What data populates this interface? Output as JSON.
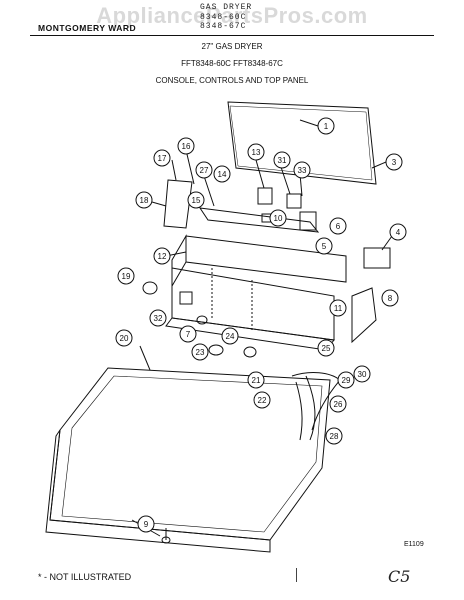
{
  "watermark": "AppliancePartsPros.com",
  "header": {
    "line1": "GAS DRYER",
    "line2": "8348-60C",
    "line3": "8348-67C",
    "brand": "MONTGOMERY WARD"
  },
  "titles": {
    "size": "27\" GAS DRYER",
    "models": "FFT8348-60C  FFT8348-67C",
    "section": "CONSOLE, CONTROLS AND TOP PANEL"
  },
  "callouts": [
    "1",
    "3",
    "4",
    "5",
    "6",
    "7",
    "8",
    "9",
    "10",
    "11",
    "12",
    "13",
    "14",
    "15",
    "16",
    "17",
    "18",
    "19",
    "20",
    "21",
    "22",
    "23",
    "24",
    "25",
    "26",
    "27",
    "28",
    "29",
    "30",
    "31",
    "32",
    "33"
  ],
  "diagram_code": "E1109",
  "footnote": "* - NOT ILLUSTRATED",
  "page_mark": "C5"
}
